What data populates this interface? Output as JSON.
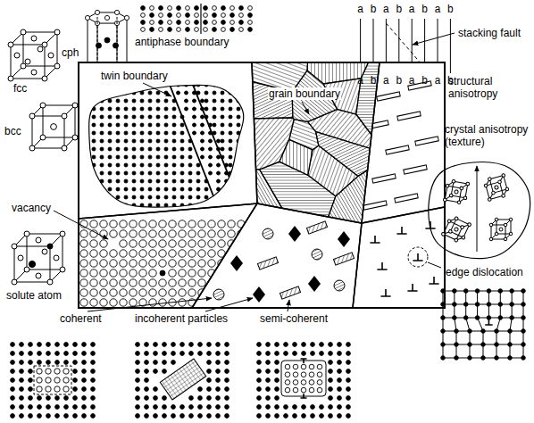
{
  "diagram": {
    "labels": [
      "fcc",
      "cph",
      "antiphase boundary",
      "a b a b a b a b",
      "stacking fault",
      "bcc",
      "twin boundary",
      "grain boundary",
      "structural anisotropy",
      "crystal anisotropy (texture)",
      "vacancy",
      "solute atom",
      "coherent",
      "incoherent particles",
      "semi-coherent",
      "edge dislocation",
      "a b a b a b a b"
    ]
  }
}
